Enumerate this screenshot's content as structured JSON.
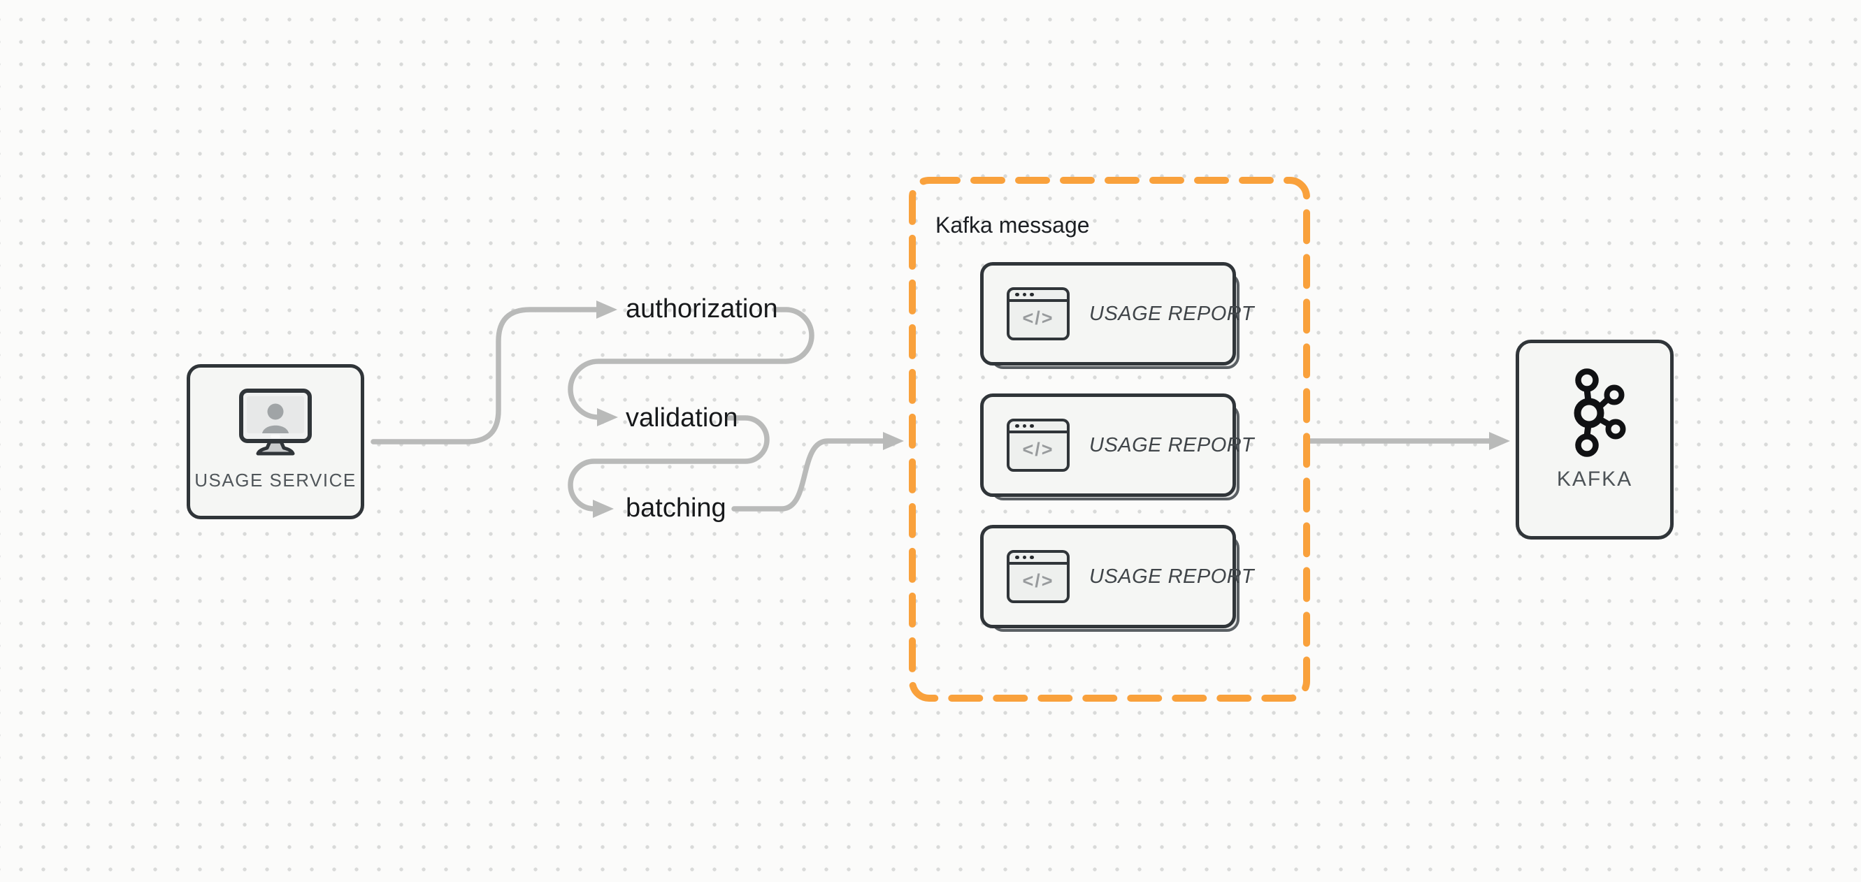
{
  "diagram": {
    "colors": {
      "accent": "#F9A13C",
      "arrow": "#B9BAB9",
      "border": "#303539",
      "node_fill": "#F5F6F4"
    },
    "source_node": {
      "label": "USAGE SERVICE",
      "icon": "monitor-user-icon"
    },
    "steps": [
      {
        "label": "authorization"
      },
      {
        "label": "validation"
      },
      {
        "label": "batching"
      }
    ],
    "group": {
      "title": "Kafka message",
      "cards": [
        {
          "label": "USAGE REPORT",
          "code_glyph": "</>"
        },
        {
          "label": "USAGE REPORT",
          "code_glyph": "</>"
        },
        {
          "label": "USAGE REPORT",
          "code_glyph": "</>"
        }
      ]
    },
    "target_node": {
      "label": "KAFKA",
      "icon": "kafka-logo-icon"
    }
  }
}
